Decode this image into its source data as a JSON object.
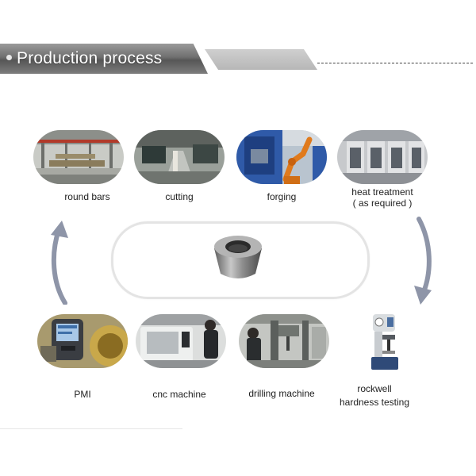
{
  "header": {
    "title": "Production process"
  },
  "steps": {
    "round_bars": {
      "label": "round bars"
    },
    "cutting": {
      "label": "cutting"
    },
    "forging": {
      "label": "forging"
    },
    "heat_treatment": {
      "label_line1": "heat treatment",
      "label_line2": "( as required )"
    },
    "rockwell": {
      "label_line1": "rockwell",
      "label_line2": "hardness testing"
    },
    "drilling": {
      "label": "drilling machine"
    },
    "cnc": {
      "label": "cnc machine"
    },
    "pmi": {
      "label": "PMI"
    }
  },
  "colors": {
    "banner_dark": "#5a5a5a",
    "banner_light": "#c4c4c4",
    "arrow": "#8e95a8",
    "center_border": "#e4e4e4",
    "product_metal": "#9a9a9a"
  }
}
